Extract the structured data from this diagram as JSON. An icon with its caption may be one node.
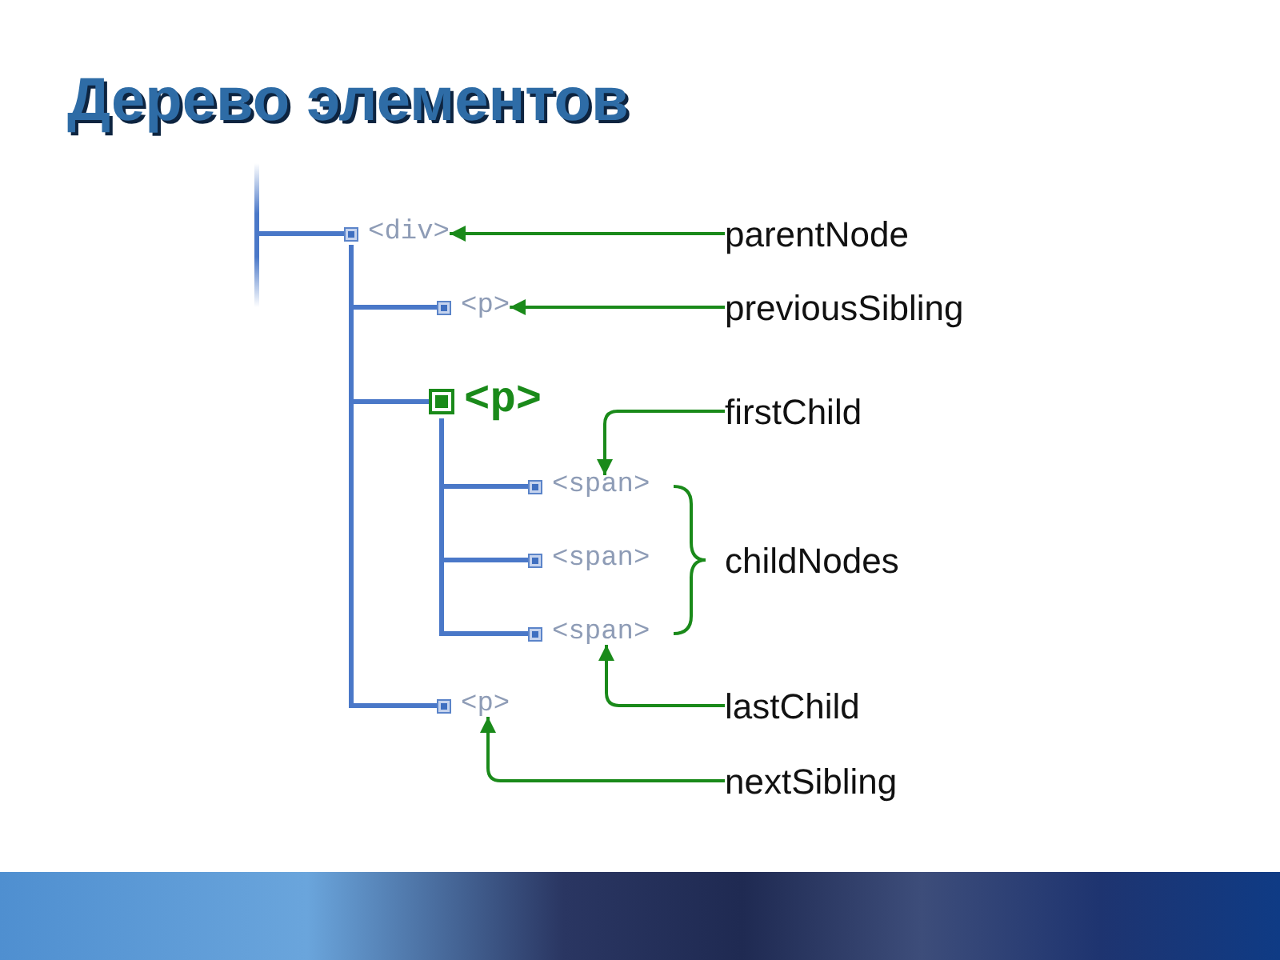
{
  "diagram": {
    "title": "Дерево элементов",
    "nodes": [
      {
        "text": [
          "<div>"
        ]
      },
      {
        "text": [
          "<p>"
        ]
      },
      {
        "text": [
          "<p>"
        ]
      },
      {
        "text": [
          "<span>"
        ]
      },
      {
        "text": [
          "<span>"
        ]
      },
      {
        "text": [
          "<span>"
        ]
      },
      {
        "text": [
          "<p>"
        ]
      },
      {
        "text": [
          "parentNode"
        ]
      },
      {
        "text": [
          "previousSibling"
        ]
      },
      {
        "text": [
          "firstChild"
        ]
      },
      {
        "text": [
          "childNodes"
        ]
      },
      {
        "text": [
          "lastChild"
        ]
      },
      {
        "text": [
          "nextSibling"
        ]
      }
    ],
    "edges": [
      {
        "from": null,
        "to": 0,
        "arrow": "none"
      },
      {
        "from": 0,
        "to": 1,
        "arrow": "none"
      },
      {
        "from": 0,
        "to": 2,
        "arrow": "none"
      },
      {
        "from": 0,
        "to": 6,
        "arrow": "none"
      },
      {
        "from": 2,
        "to": 3,
        "arrow": "none"
      },
      {
        "from": 2,
        "to": 4,
        "arrow": "none"
      },
      {
        "from": 2,
        "to": 5,
        "arrow": "none"
      },
      {
        "from": 7,
        "to": 0,
        "arrow": "to",
        "color": "#1a8a1a"
      },
      {
        "from": 8,
        "to": 1,
        "arrow": "to",
        "color": "#1a8a1a"
      },
      {
        "from": 9,
        "to": 3,
        "arrow": "to",
        "color": "#1a8a1a"
      },
      {
        "from": 11,
        "to": 5,
        "arrow": "to",
        "color": "#1a8a1a"
      },
      {
        "from": 12,
        "to": 6,
        "arrow": "to",
        "color": "#1a8a1a"
      }
    ]
  }
}
